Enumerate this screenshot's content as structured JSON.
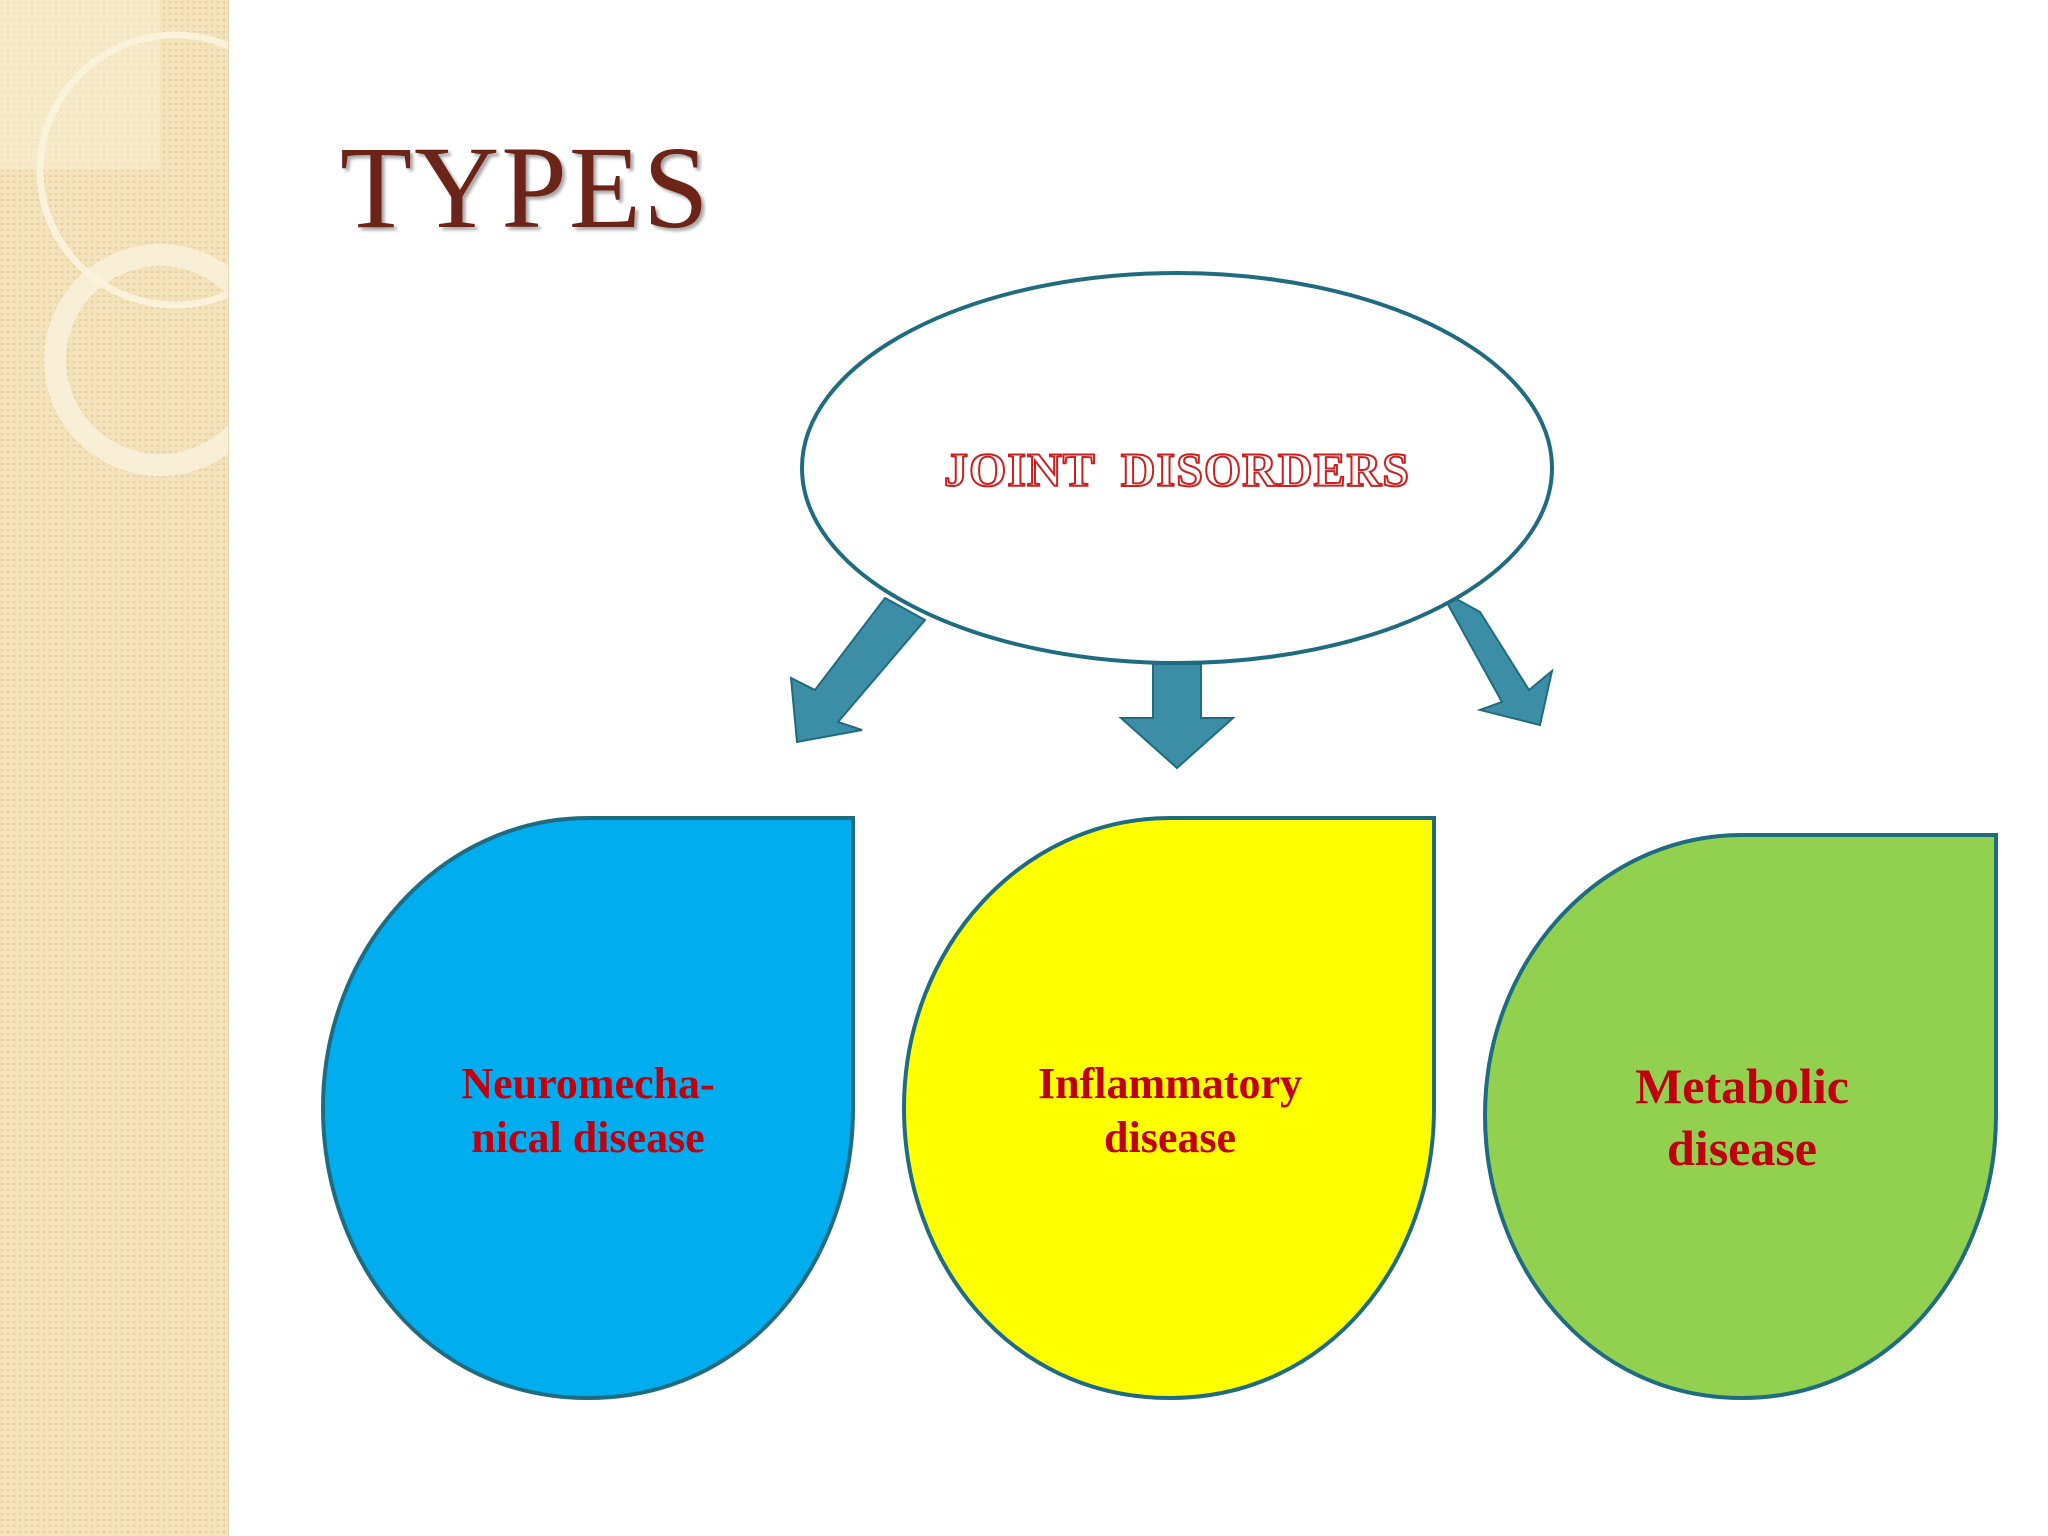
{
  "slide": {
    "title": "TYPES"
  },
  "diagram": {
    "root": {
      "label": "JOINT  DISORDERS"
    },
    "children": [
      {
        "label_line1": "Neuromecha-",
        "label_line2": "nical disease",
        "color": "#00aeef"
      },
      {
        "label_line1": "Inflammatory",
        "label_line2": "disease",
        "color": "#ffff00"
      },
      {
        "label_line1": "Metabolic",
        "label_line2": "disease",
        "color": "#92d050"
      }
    ]
  },
  "colors": {
    "title": "#6b2417",
    "label_red": "#c0000f",
    "outline": "#1f6b80",
    "arrow": "#3b8ea5",
    "side_band": "#f3e2ba"
  }
}
